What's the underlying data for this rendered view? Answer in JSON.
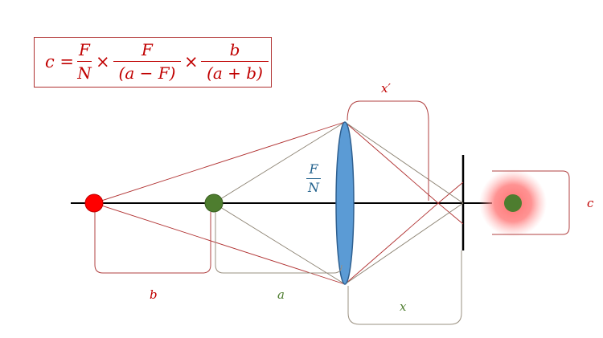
{
  "formula": {
    "lhs": "c =",
    "f1_num": "F",
    "f1_den": "N",
    "times1": "×",
    "f2_num": "F",
    "f2_den": "(a − F)",
    "times2": "×",
    "f3_num": "b",
    "f3_den": "(a + b)"
  },
  "labels": {
    "aperture_num": "F",
    "aperture_den": "N",
    "x_prime": "x′",
    "b": "b",
    "a": "a",
    "x": "x",
    "c": "c"
  },
  "colors": {
    "red": "#c00000",
    "green": "#4e7d2f",
    "lens": "#5b9bd5",
    "axis": "#000000",
    "bracket_red": "#b04040",
    "bracket_gray": "#9a9080",
    "blue_text": "#1f5f8b"
  }
}
